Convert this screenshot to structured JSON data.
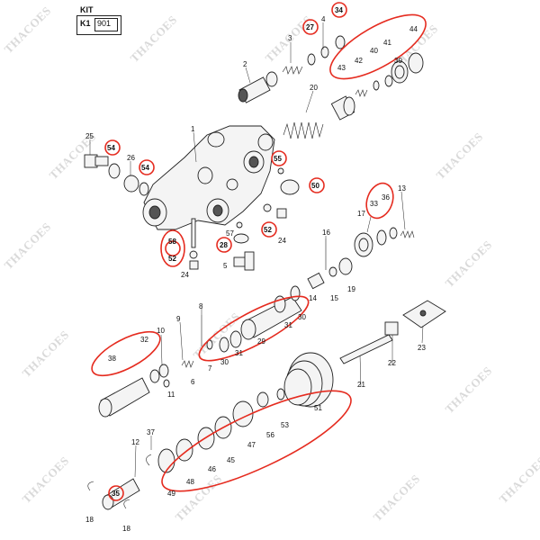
{
  "kit": {
    "title": "KIT",
    "code": "K1",
    "number": "901"
  },
  "watermark": "THACOES",
  "highlight_color": "#e52b1f",
  "labels": {
    "p1": "1",
    "p2": "2",
    "p3": "3",
    "p4": "4",
    "p5": "5",
    "p6": "6",
    "p7": "7",
    "p8": "8",
    "p9": "9",
    "p10": "10",
    "p11": "11",
    "p12": "12",
    "p13": "13",
    "p14": "14",
    "p15": "15",
    "p16": "16",
    "p17": "17",
    "p18a": "18",
    "p18b": "18",
    "p19": "19",
    "p20": "20",
    "p21": "21",
    "p22": "22",
    "p23": "23",
    "p24a": "24",
    "p24b": "24",
    "p25": "25",
    "p26": "26",
    "p27": "27",
    "p28": "28",
    "p29": "29",
    "p30a": "30",
    "p30b": "30",
    "p31a": "31",
    "p31b": "31",
    "p32": "32",
    "p33": "33",
    "p34": "34",
    "p35": "35",
    "p36": "36",
    "p37": "37",
    "p38": "38",
    "p39": "39",
    "p40": "40",
    "p41": "41",
    "p42": "42",
    "p43": "43",
    "p44": "44",
    "p45": "45",
    "p46": "46",
    "p47": "47",
    "p48": "48",
    "p49": "49",
    "p50": "50",
    "p51": "51",
    "p52a": "52",
    "p52b": "52",
    "p53": "53",
    "p54a": "54",
    "p54b": "54",
    "p55": "55",
    "p56": "56",
    "p57": "57",
    "p58": "58"
  }
}
